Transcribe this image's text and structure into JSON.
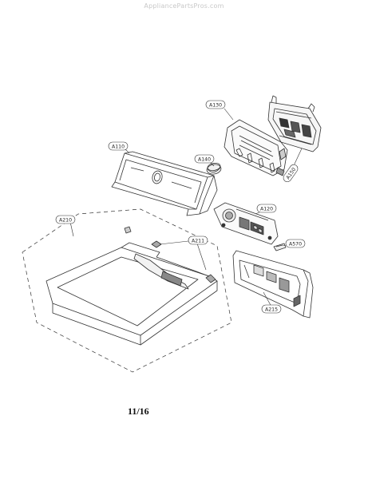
{
  "watermark": "AppliancePartsPros.com",
  "page_number": "11/16",
  "callouts": {
    "a130": "A130",
    "a150": "A150",
    "a110": "A110",
    "a140": "A140",
    "a120": "A120",
    "a210": "A210",
    "a211": "A211",
    "a570": "A570",
    "a215": "A215"
  }
}
